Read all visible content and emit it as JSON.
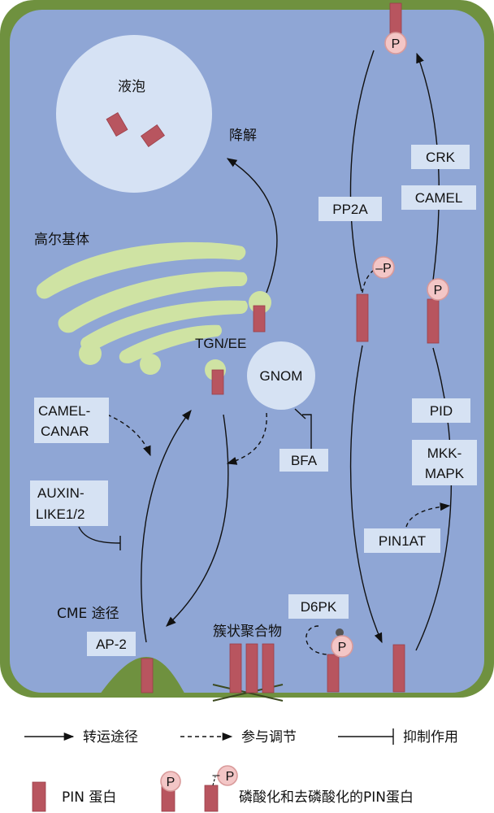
{
  "labels": {
    "vacuole": "液泡",
    "degradation": "降解",
    "golgi": "高尔基体",
    "tgn": "TGN/EE",
    "gnom": "GNOM",
    "camel_canar_1": "CAMEL-",
    "camel_canar_2": "CANAR",
    "bfa": "BFA",
    "auxin_like_1": "AUXIN-",
    "auxin_like_2": "LIKE1/2",
    "cme": "CME 途径",
    "ap2": "AP-2",
    "cluster": "簇状聚合物",
    "d6pk": "D6PK",
    "pp2a": "PP2A",
    "crk": "CRK",
    "camel": "CAMEL",
    "pid": "PID",
    "mkk_1": "MKK-",
    "mkk_2": "MAPK",
    "pin1at": "PIN1AT"
  },
  "phospho": {
    "p": "P",
    "minus_p": "–P",
    "minus_p_sign": "–",
    "minus_p_letter": "P"
  },
  "legend": {
    "transport": "转运途径",
    "regulation": "参与调节",
    "inhibition": "抑制作用",
    "pin_protein": "PIN 蛋白",
    "phospho_pin": "磷酸化和去磷酸化的PIN蛋白"
  },
  "colors": {
    "cell_wall": "#6f913f",
    "cytoplasm": "#8fa6d5",
    "vacuole": "#d6e2f4",
    "golgi": "#cfe3a3",
    "pin": "#b8555f",
    "phospho_circle": "#f3c6c6",
    "label_box": "#d6e2f3"
  }
}
